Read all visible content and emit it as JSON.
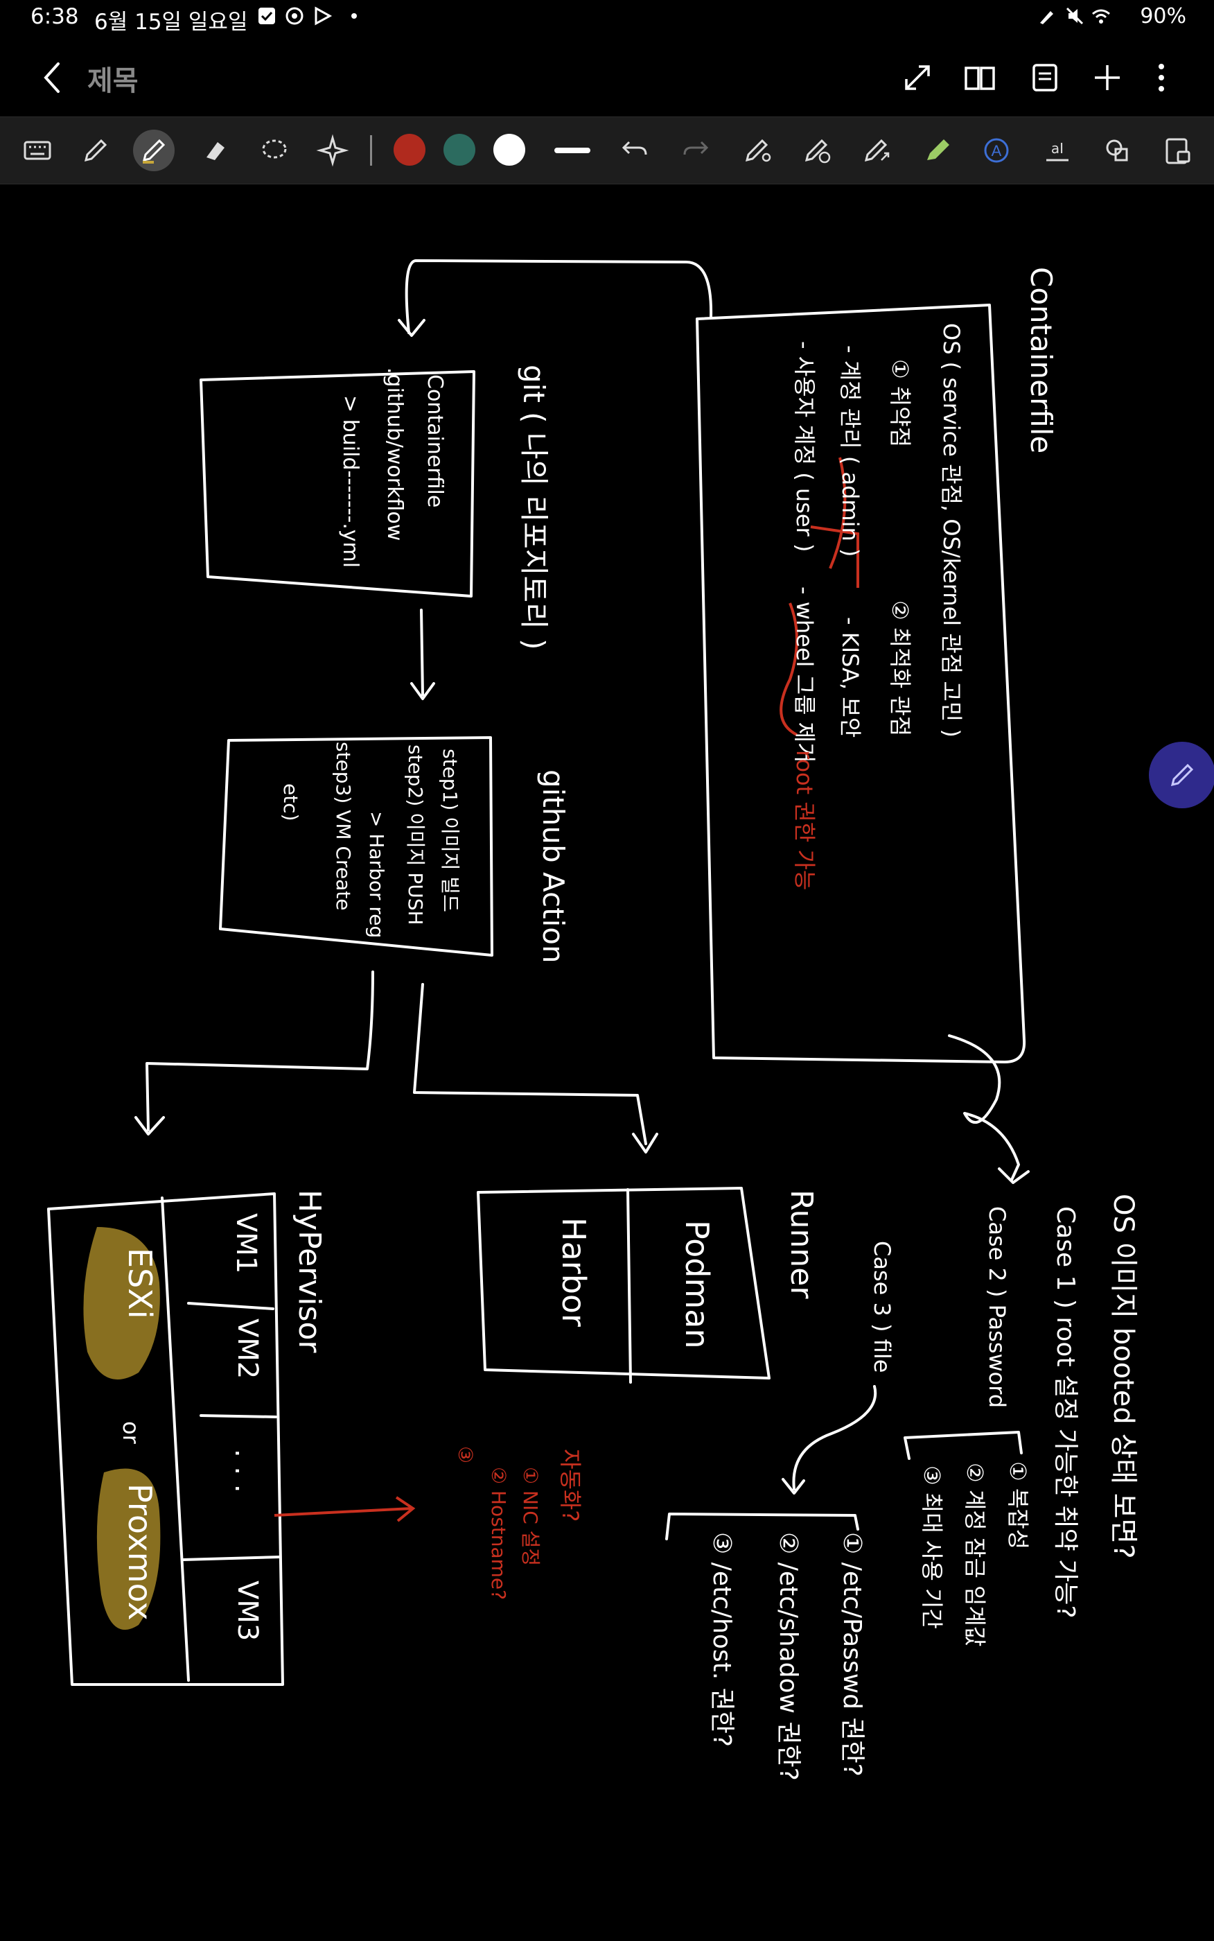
{
  "status_bar": {
    "time": "6:38",
    "date": "6월 15일 일요일",
    "battery": "90%"
  },
  "header": {
    "title": "제목"
  },
  "toolbar": {
    "colors": [
      "#b02a1e",
      "#2c6b5f",
      "#ffffff"
    ]
  },
  "note": {
    "containerfile": {
      "title": "Containerfile",
      "line1": "OS ( service 관점, OS/kernel 관점 고민 )",
      "item1": "① 취약점",
      "item2": "② 최적화 관점",
      "line2": "- 계정 관리 ( admin )",
      "line3": "- KISA, 보안",
      "line4": "- 사용자 계정 ( user )",
      "line5": "- wheel 그룹 제거",
      "line5_red": "root 권한 가능"
    },
    "git_box": {
      "label": "git ( 나의 리포지토리 )",
      "title": "Containerfile",
      "line1": ".github/workflow",
      "line2": "> build-------.yml"
    },
    "github_action": {
      "label": "github Action",
      "step1": "step1) 이미지 빌드",
      "step2": "step2) 이미지 PUSH",
      "step2b": "> Harbor reg",
      "step3": "step3) VM Create",
      "step3b": "etc)"
    },
    "hypervisor": {
      "label": "HyPervisor",
      "vm1": "VM1",
      "vm2": "VM2",
      "vm_dots": ". . .",
      "vm3": "VM3",
      "esxi": "ESXi",
      "or": "or",
      "proxmox": "Proxmox"
    },
    "runner": {
      "label": "Runner",
      "podman": "Podman",
      "harbor": "Harbor"
    },
    "red_notes": {
      "title": "자동화?",
      "item1": "① NIC 설정",
      "item2": "② Hostname?",
      "item3": "③"
    },
    "os_boot": {
      "title": "OS 이미지 booted 상태 보면?",
      "case1": "Case 1 ) root 설정 가능한 취약 가능?",
      "case2": "Case 2 ) Password",
      "case2_1": "① 복잡성",
      "case2_2": "② 계정 잠금 임계값",
      "case2_3": "③ 최대 사용 기간",
      "case3": "Case 3 ) file",
      "case3_1": "① /etc/Passwd 권한?",
      "case3_2": "② /etc/shadow 권한?",
      "case3_3": "③ /etc/host. 권한?"
    }
  }
}
